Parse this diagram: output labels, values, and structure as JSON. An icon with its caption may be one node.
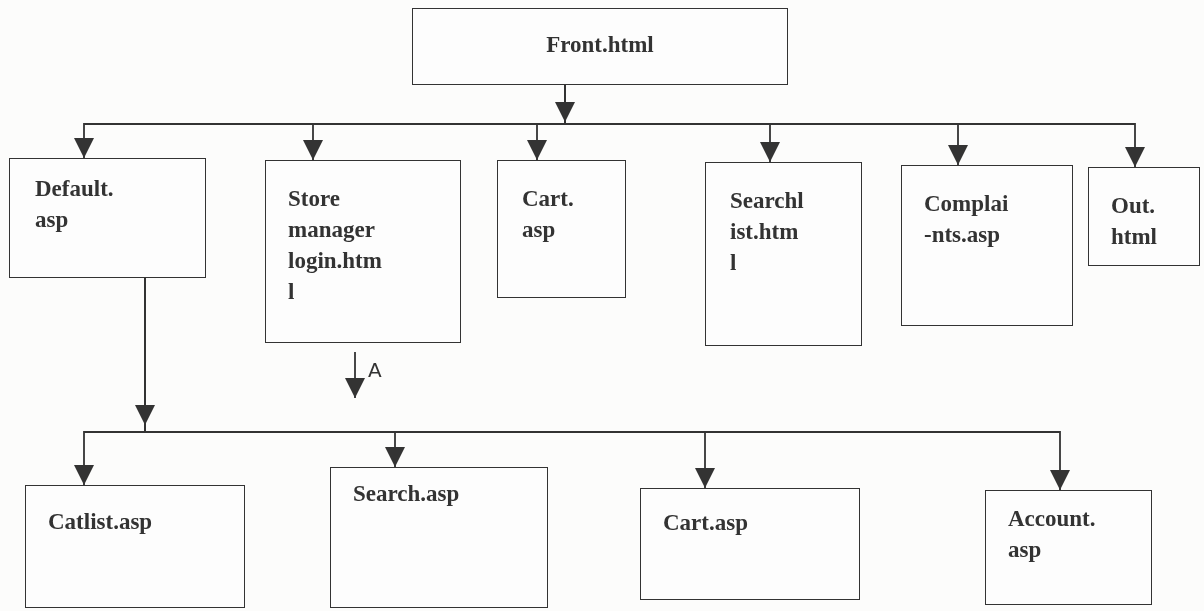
{
  "diagram": {
    "nodes": [
      {
        "text": [
          "Front.html"
        ]
      },
      {
        "text": [
          "Default. asp"
        ]
      },
      {
        "text": [
          "Store manager login.htm l"
        ]
      },
      {
        "text": [
          "Cart. asp"
        ]
      },
      {
        "text": [
          "Searchl ist.htm l"
        ]
      },
      {
        "text": [
          "Complai -nts.asp"
        ]
      },
      {
        "text": [
          "Out. html"
        ]
      },
      {
        "text": [
          "Catlist.asp"
        ]
      },
      {
        "text": [
          "Search.asp"
        ]
      },
      {
        "text": [
          "Cart.asp"
        ]
      },
      {
        "text": [
          "Account. asp"
        ]
      }
    ],
    "edges": [
      {
        "from": 0,
        "to": 1,
        "arrow": "to"
      },
      {
        "from": 0,
        "to": 2,
        "arrow": "to"
      },
      {
        "from": 0,
        "to": 3,
        "arrow": "to"
      },
      {
        "from": 0,
        "to": 4,
        "arrow": "to"
      },
      {
        "from": 0,
        "to": 5,
        "arrow": "to"
      },
      {
        "from": 0,
        "to": 6,
        "arrow": "to"
      },
      {
        "from": 1,
        "to": 7,
        "arrow": "to"
      },
      {
        "from": 1,
        "to": 8,
        "arrow": "to"
      },
      {
        "from": 1,
        "to": 9,
        "arrow": "to"
      },
      {
        "from": 1,
        "to": 10,
        "arrow": "to"
      },
      {
        "from": 2,
        "to": null,
        "arrow": "to",
        "label": "A"
      }
    ]
  }
}
